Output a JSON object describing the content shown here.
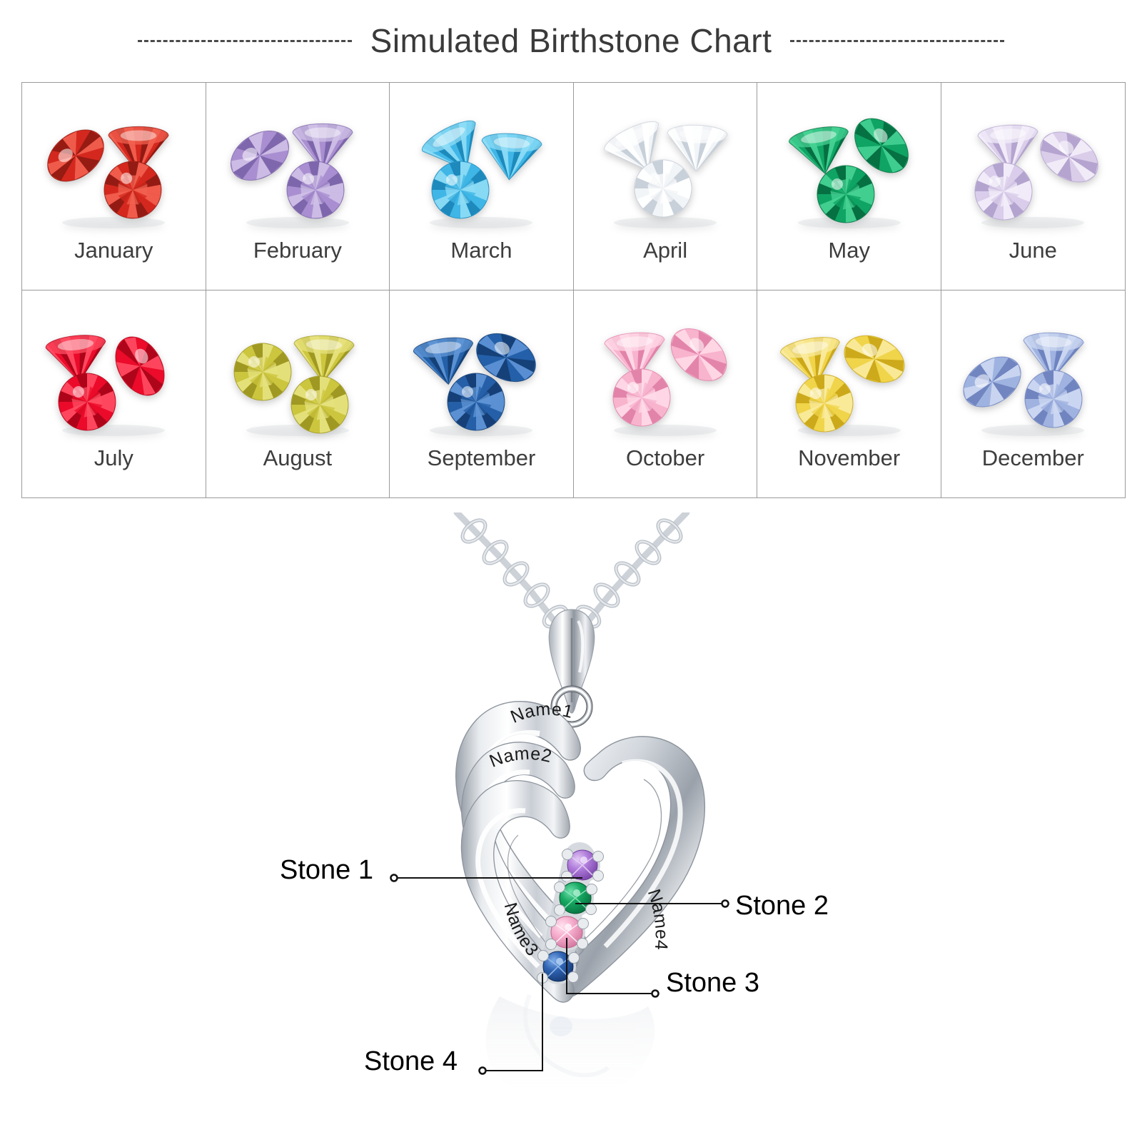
{
  "header": {
    "title": "Simulated Birthstone Chart",
    "left_rule": "dashed-rule",
    "right_rule": "dashed-rule"
  },
  "chart_data": {
    "type": "table",
    "title": "Simulated Birthstone Chart",
    "columns": 6,
    "rows": 2,
    "categories": [
      "January",
      "February",
      "March",
      "April",
      "May",
      "June",
      "July",
      "August",
      "September",
      "October",
      "November",
      "December"
    ],
    "cells": [
      {
        "month": "January",
        "gem_color": "#d4281e",
        "gem_color_dark": "#8e1a12",
        "gem_color_light": "#f2604f",
        "gem_count": 3,
        "stone_name": "garnet-red"
      },
      {
        "month": "February",
        "gem_color": "#a98fd0",
        "gem_color_dark": "#7a63a8",
        "gem_color_light": "#cfc0e6",
        "gem_count": 3,
        "stone_name": "amethyst-purple"
      },
      {
        "month": "March",
        "gem_color": "#3fb6e6",
        "gem_color_dark": "#1b86b8",
        "gem_color_light": "#8ddcf5",
        "gem_count": 3,
        "stone_name": "aquamarine-blue"
      },
      {
        "month": "April",
        "gem_color": "#f2f4f7",
        "gem_color_dark": "#c4ccd6",
        "gem_color_light": "#ffffff",
        "gem_count": 3,
        "stone_name": "diamond-clear"
      },
      {
        "month": "May",
        "gem_color": "#0fa463",
        "gem_color_dark": "#056b3f",
        "gem_color_light": "#45d193",
        "gem_count": 3,
        "stone_name": "emerald-green"
      },
      {
        "month": "June",
        "gem_color": "#d9cdea",
        "gem_color_dark": "#b0a0cc",
        "gem_color_light": "#f3eefa",
        "gem_count": 3,
        "stone_name": "alexandrite-lavender"
      },
      {
        "month": "July",
        "gem_color": "#ec0b2a",
        "gem_color_dark": "#a80418",
        "gem_color_light": "#ff4d63",
        "gem_count": 3,
        "stone_name": "ruby-red"
      },
      {
        "month": "August",
        "gem_color": "#ccc63f",
        "gem_color_dark": "#9b9420",
        "gem_color_light": "#e6e27e",
        "gem_count": 3,
        "stone_name": "peridot-olive"
      },
      {
        "month": "September",
        "gem_color": "#2560a8",
        "gem_color_dark": "#143d72",
        "gem_color_light": "#5f95d6",
        "gem_count": 3,
        "stone_name": "sapphire-blue"
      },
      {
        "month": "October",
        "gem_color": "#f7b3cd",
        "gem_color_dark": "#e07fa6",
        "gem_color_light": "#ffd9e7",
        "gem_count": 3,
        "stone_name": "tourmaline-pink"
      },
      {
        "month": "November",
        "gem_color": "#f0d44a",
        "gem_color_dark": "#c9a516",
        "gem_color_light": "#faeb9e",
        "gem_count": 3,
        "stone_name": "citrine-yellow"
      },
      {
        "month": "December",
        "gem_color": "#9fb2e0",
        "gem_color_dark": "#6b80bd",
        "gem_color_light": "#cdd8f2",
        "gem_count": 3,
        "stone_name": "tanzanite-periwinkle"
      }
    ]
  },
  "product": {
    "type": "heart-pendant-necklace",
    "metal_color": "#c8ccd2",
    "engravings": [
      {
        "id": "name1",
        "text": "Name1"
      },
      {
        "id": "name2",
        "text": "Name2"
      },
      {
        "id": "name3",
        "text": "Name3"
      },
      {
        "id": "name4",
        "text": "Name4"
      }
    ],
    "stones": [
      {
        "id": "stone1",
        "label": "Stone 1",
        "color": "#a96fd4",
        "color_light": "#d6b6ec",
        "color_dark": "#7b45ab"
      },
      {
        "id": "stone2",
        "label": "Stone 2",
        "color": "#12a35c",
        "color_light": "#4ed194",
        "color_dark": "#077340"
      },
      {
        "id": "stone3",
        "label": "Stone 3",
        "color": "#f2a8c8",
        "color_light": "#ffd4e6",
        "color_dark": "#d4789f"
      },
      {
        "id": "stone4",
        "label": "Stone 4",
        "color": "#2a5aa8",
        "color_light": "#5d8ed6",
        "color_dark": "#163a75"
      }
    ]
  }
}
